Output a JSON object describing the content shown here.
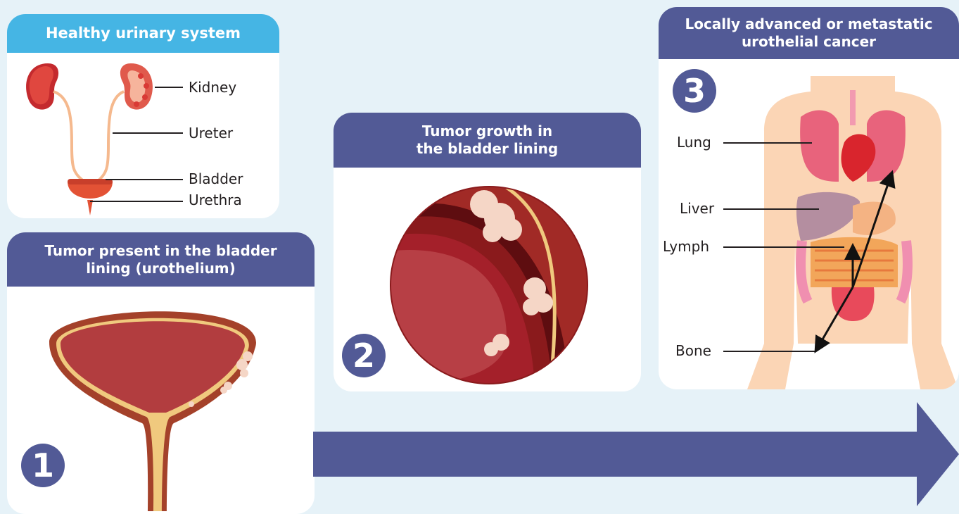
{
  "healthy": {
    "title": "Healthy urinary system",
    "labels": {
      "kidney": "Kidney",
      "ureter": "Ureter",
      "bladder": "Bladder",
      "urethra": "Urethra"
    }
  },
  "stage1": {
    "title": "Tumor present in the bladder lining (urothelium)",
    "number": "1"
  },
  "stage2": {
    "title_line1": "Tumor growth in",
    "title_line2": "the bladder lining",
    "number": "2"
  },
  "stage3": {
    "title_line1": "Locally advanced or metastatic",
    "title_line2": "urothelial cancer",
    "number": "3",
    "labels": {
      "lung": "Lung",
      "liver": "Liver",
      "lymph": "Lymph",
      "bone": "Bone"
    }
  },
  "colors": {
    "header_purple": "#525a96",
    "header_blue": "#45b5e4",
    "background": "#e6f2f8",
    "arrow": "#525a96"
  }
}
